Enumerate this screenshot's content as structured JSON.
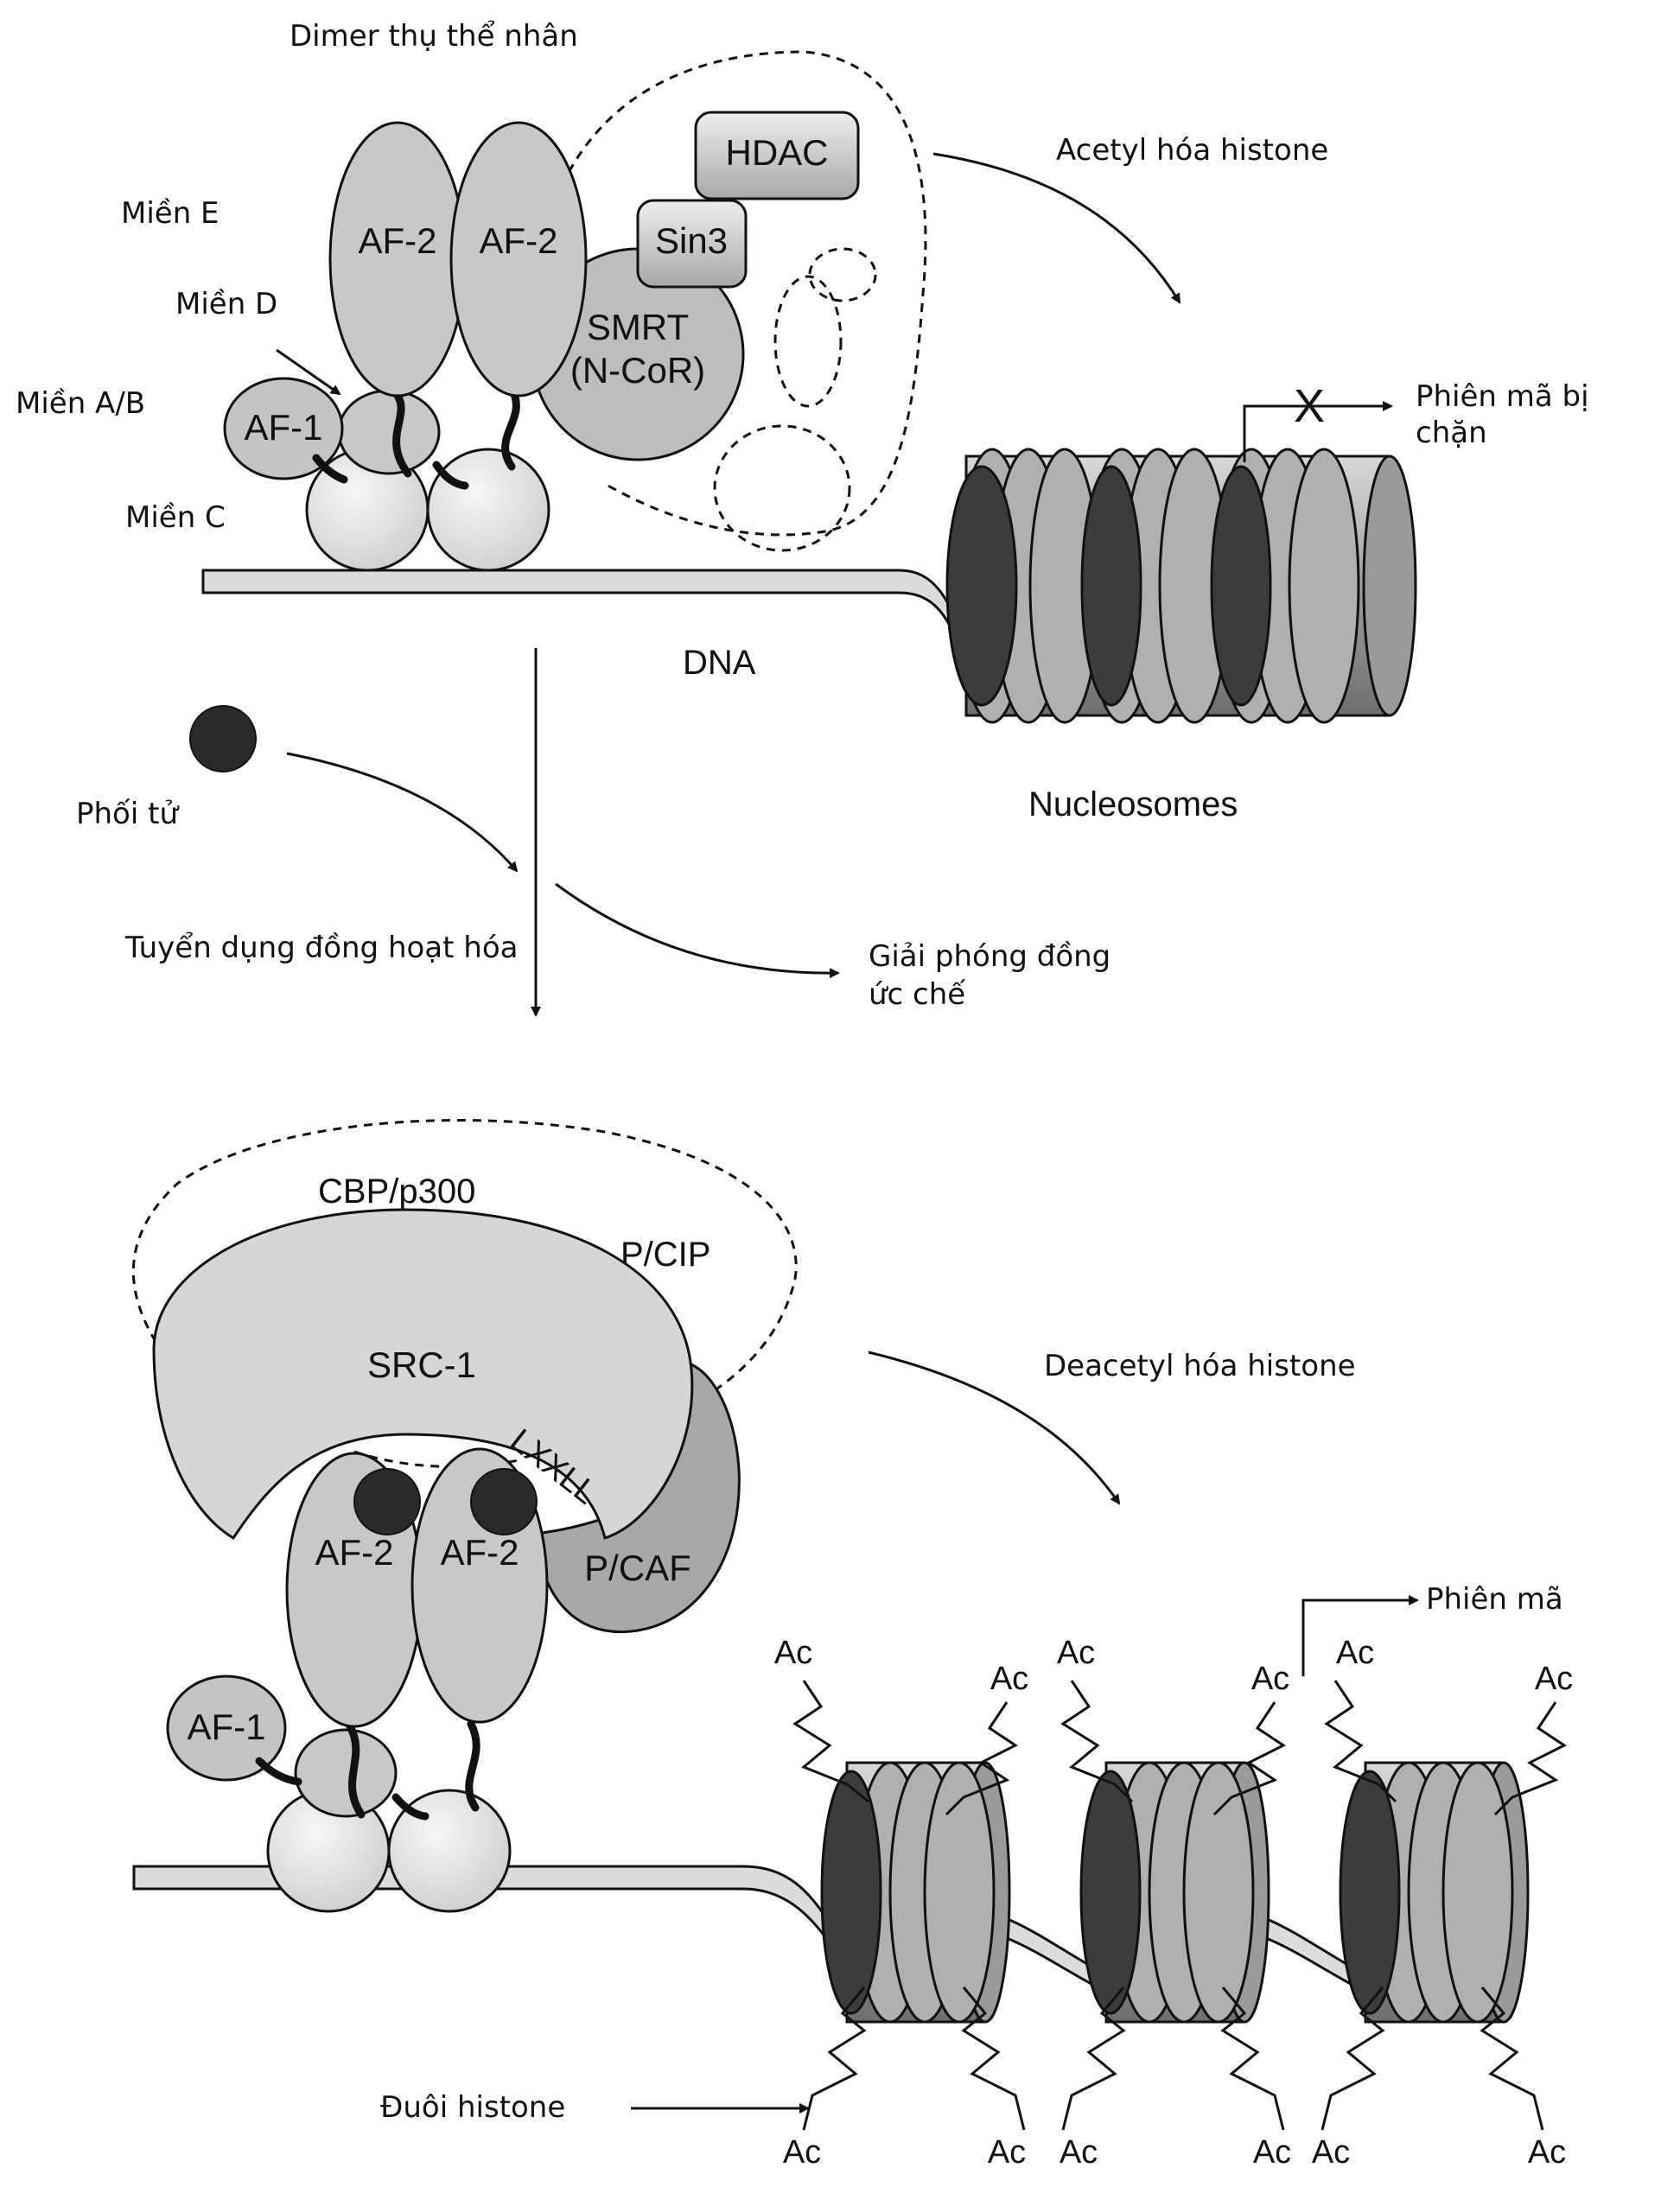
{
  "labels": {
    "dimer": "Dimer thụ thể nhân",
    "domain_e": "Miền E",
    "domain_d": "Miền D",
    "domain_ab": "Miền A/B",
    "domain_c": "Miền C",
    "acetyl": "Acetyl hóa histone",
    "blocked_line1": "Phiên mã bị",
    "blocked_line2": "chặn",
    "dna": "DNA",
    "nucleosomes": "Nucleosomes",
    "ligand": "Phối tử",
    "recruit": "Tuyển dụng đồng hoạt hóa",
    "release_line1": "Giải phóng đồng",
    "release_line2": "ức chế",
    "deacetyl": "Deacetyl hóa histone",
    "transcription": "Phiên mã",
    "histone_tail": "Đuôi histone",
    "blocked_mark": "X"
  },
  "proteins": {
    "af2": "AF-2",
    "af1": "AF-1",
    "smrt_line1": "SMRT",
    "smrt_line2": "(N-CoR)",
    "sin3": "Sin3",
    "hdac": "HDAC",
    "cbp": "CBP/p300",
    "pcip": "P/CIP",
    "src1": "SRC-1",
    "lxxll": "LXXLL",
    "pcaf": "P/CAF"
  },
  "acetyl_group": "Ac",
  "colors": {
    "light_fill": "#e6e6e6",
    "mid_fill": "#c4c4c4",
    "dark_fill": "#3c3c3c",
    "outline": "#111111"
  }
}
